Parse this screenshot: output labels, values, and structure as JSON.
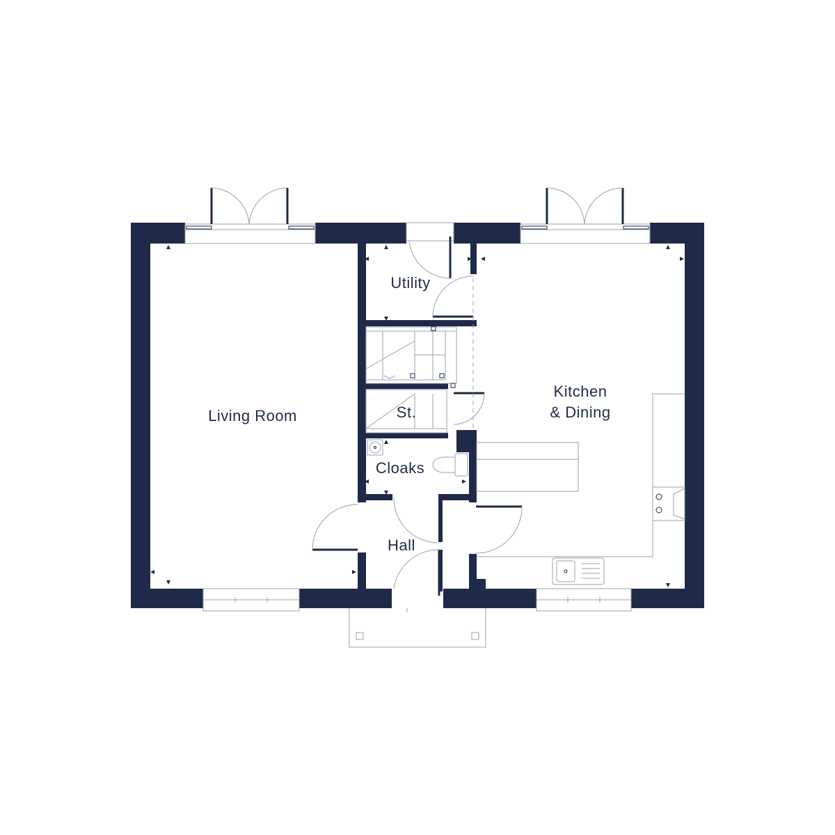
{
  "colors": {
    "wall": "#1f2a48",
    "line": "#9aa0ad",
    "background": "#ffffff"
  },
  "rooms": {
    "living": "Living Room",
    "utility": "Utility",
    "kitchen_line1": "Kitchen",
    "kitchen_line2": "& Dining",
    "store": "St.",
    "cloaks": "Cloaks",
    "hall": "Hall"
  }
}
